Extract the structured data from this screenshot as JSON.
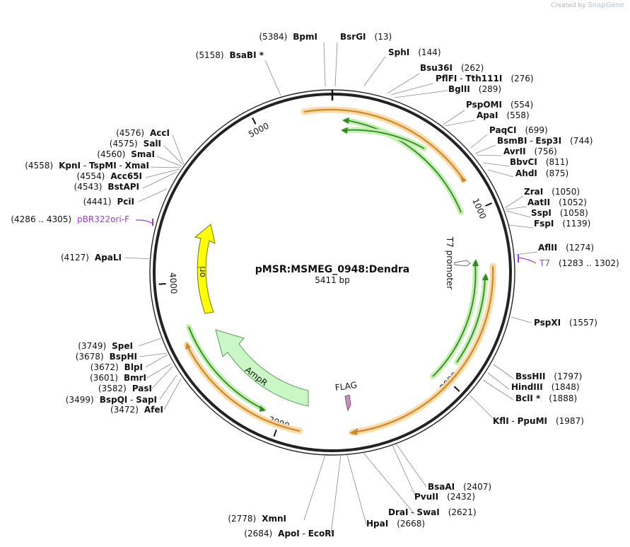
{
  "credit": {
    "prefix": "Created by",
    "brand": "SnapGene"
  },
  "plasmid": {
    "name": "pMSR:MSMEG_0948:Dendra",
    "size": "5411 bp"
  },
  "ticks": [
    "5000",
    "1000",
    "2000",
    "3000",
    "4000"
  ],
  "features": {
    "ori": "ori",
    "ampr": "AmpR",
    "t7": "T7 promoter",
    "flag": "FLAG"
  },
  "sites": [
    {
      "pos": "(5384)",
      "name": "BpmI"
    },
    {
      "name": "BsrGI",
      "pos": "(13)"
    },
    {
      "name": "SphI",
      "pos": "(144)"
    },
    {
      "pos": "(5158)",
      "name": "BsaBI *"
    },
    {
      "name": "Bsu36I",
      "pos": "(262)"
    },
    {
      "name": "PflFI",
      "sep": "-",
      "name2": "Tth111I",
      "pos": "(276)"
    },
    {
      "name": "BglII",
      "pos": "(289)"
    },
    {
      "name": "PspOMI",
      "pos": "(554)"
    },
    {
      "name": "ApaI",
      "pos": "(558)"
    },
    {
      "name": "PaqCI",
      "pos": "(699)"
    },
    {
      "name": "BsmBI",
      "sep": "-",
      "name2": "Esp3I",
      "pos": "(744)"
    },
    {
      "name": "AvrII",
      "pos": "(756)"
    },
    {
      "name": "BbvCI",
      "pos": "(811)"
    },
    {
      "name": "AhdI",
      "pos": "(875)"
    },
    {
      "name": "ZraI",
      "pos": "(1050)"
    },
    {
      "name": "AatII",
      "pos": "(1052)"
    },
    {
      "name": "SspI",
      "pos": "(1058)"
    },
    {
      "name": "FspI",
      "pos": "(1139)"
    },
    {
      "name": "AflII",
      "pos": "(1274)"
    },
    {
      "name": "T7",
      "pos": "(1283 .. 1302)"
    },
    {
      "name": "PspXI",
      "pos": "(1557)"
    },
    {
      "name": "BssHII",
      "pos": "(1797)"
    },
    {
      "name": "HindIII",
      "pos": "(1848)"
    },
    {
      "name": "BclI *",
      "pos": "(1888)"
    },
    {
      "name": "KflI",
      "sep": "-",
      "name2": "PpuMI",
      "pos": "(1987)"
    },
    {
      "name": "BsaAI",
      "pos": "(2407)"
    },
    {
      "name": "PvuII",
      "pos": "(2432)"
    },
    {
      "name": "DraI",
      "sep": "-",
      "name2": "SwaI",
      "pos": "(2621)"
    },
    {
      "name": "HpaI",
      "pos": "(2668)"
    },
    {
      "pos": "(2778)",
      "name": "XmnI"
    },
    {
      "pos": "(2684)",
      "name": "ApoI",
      "sep": "-",
      "name2": "EcoRI"
    },
    {
      "pos": "(4576)",
      "name": "AccI"
    },
    {
      "pos": "(4575)",
      "name": "SalI"
    },
    {
      "pos": "(4560)",
      "name": "SmaI"
    },
    {
      "pos": "(4558)",
      "name": "KpnI",
      "sep": "-",
      "name2": "TspMI",
      "sep2": "-",
      "name3": "XmaI"
    },
    {
      "pos": "(4554)",
      "name": "Acc65I"
    },
    {
      "pos": "(4543)",
      "name": "BstAPI"
    },
    {
      "pos": "(4441)",
      "name": "PciI"
    },
    {
      "pos": "(4286 .. 4305)",
      "name": "pBR322ori-F"
    },
    {
      "pos": "(4127)",
      "name": "ApaLI"
    },
    {
      "pos": "(3749)",
      "name": "SpeI"
    },
    {
      "pos": "(3678)",
      "name": "BspHI"
    },
    {
      "pos": "(3672)",
      "name": "BlpI"
    },
    {
      "pos": "(3601)",
      "name": "BmrI"
    },
    {
      "pos": "(3582)",
      "name": "PasI"
    },
    {
      "pos": "(3499)",
      "name": "BspQI",
      "sep": "-",
      "name2": "SapI"
    },
    {
      "pos": "(3472)",
      "name": "AfeI"
    }
  ]
}
